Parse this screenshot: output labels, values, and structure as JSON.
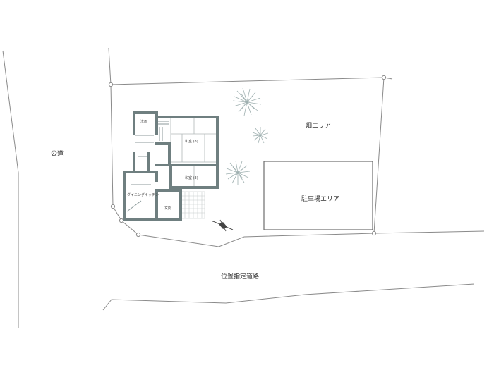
{
  "labels": {
    "public_road": "公道",
    "field_area": "畑エリア",
    "parking_area": "駐車場エリア",
    "designated_road": "位置指定道路"
  },
  "rooms": {
    "washroom": "洗面",
    "japanese_room_8": "和室 (8)",
    "japanese_room_3": "和室 (3)",
    "dining_kitchen": "ダイニングキッチン",
    "entrance": "玄関"
  },
  "colors": {
    "walls": "#6f7f80",
    "lines": "#8a8a8a",
    "vegetation": "#9fb0b0"
  },
  "icons": {
    "north_arrow": "north-arrow-icon",
    "tree": "tree-icon"
  }
}
